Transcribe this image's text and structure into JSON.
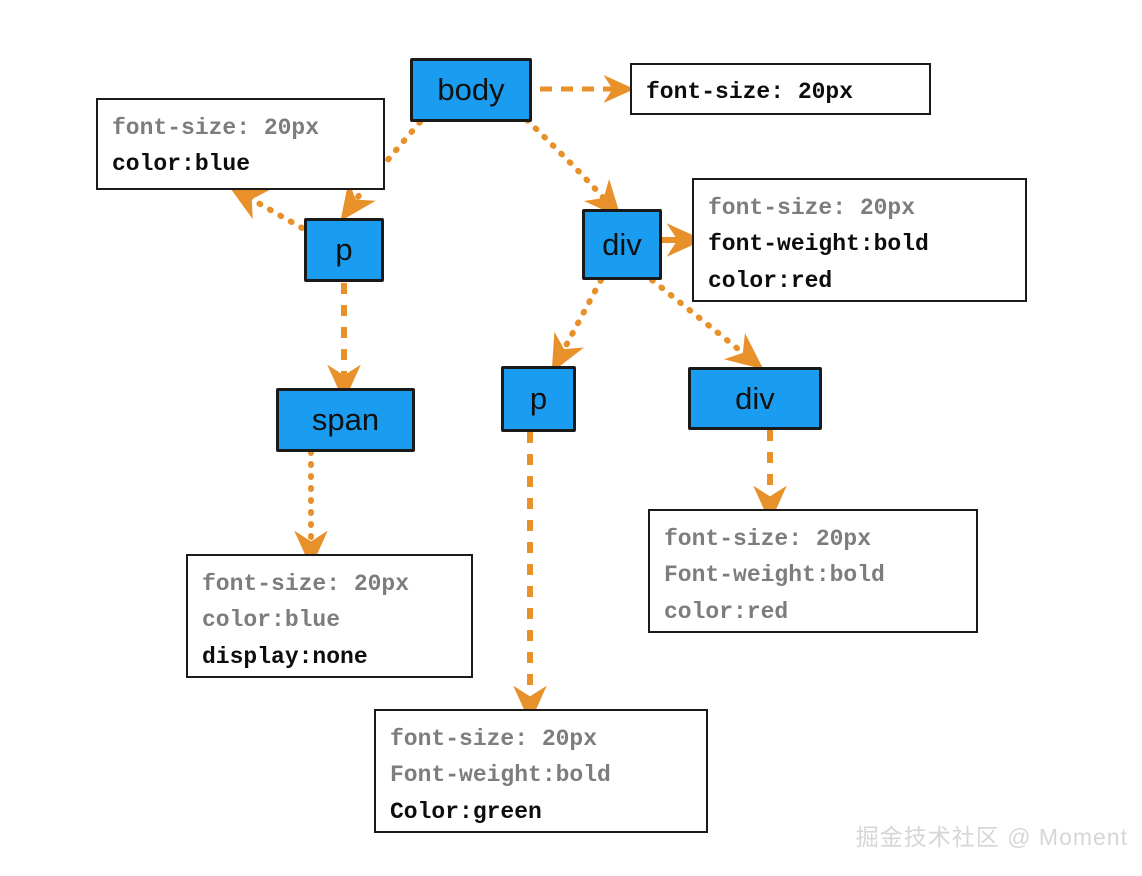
{
  "diagram": {
    "title": "CSS inheritance DOM tree",
    "colors": {
      "node_fill": "#1a9cf0",
      "node_border": "#1a1a1a",
      "arrow": "#E8912A",
      "rule_gray": "#7d7d7d",
      "rule_black": "#0d0d0d",
      "background": "#ffffff",
      "watermark": "#d6d6d6"
    },
    "nodes": [
      {
        "id": "body",
        "label": "body"
      },
      {
        "id": "p1",
        "label": "p"
      },
      {
        "id": "div1",
        "label": "div"
      },
      {
        "id": "span1",
        "label": "span"
      },
      {
        "id": "p2",
        "label": "p"
      },
      {
        "id": "div2",
        "label": "div"
      }
    ],
    "rule_boxes": [
      {
        "id": "rules-body",
        "for_node": "body",
        "declarations": [
          {
            "text": "font-size: 20px",
            "emphasis": "black"
          }
        ]
      },
      {
        "id": "rules-p1",
        "for_node": "p1",
        "declarations": [
          {
            "text": "font-size: 20px",
            "emphasis": "gray"
          },
          {
            "text": "color:blue",
            "emphasis": "black"
          }
        ]
      },
      {
        "id": "rules-div1",
        "for_node": "div1",
        "declarations": [
          {
            "text": "font-size: 20px",
            "emphasis": "gray"
          },
          {
            "text": "font-weight:bold",
            "emphasis": "black"
          },
          {
            "text": "color:red",
            "emphasis": "black"
          }
        ]
      },
      {
        "id": "rules-span1",
        "for_node": "span1",
        "declarations": [
          {
            "text": "font-size: 20px",
            "emphasis": "gray"
          },
          {
            "text": "color:blue",
            "emphasis": "gray"
          },
          {
            "text": "display:none",
            "emphasis": "black"
          }
        ]
      },
      {
        "id": "rules-div2",
        "for_node": "div2",
        "declarations": [
          {
            "text": "font-size: 20px",
            "emphasis": "gray"
          },
          {
            "text": "Font-weight:bold",
            "emphasis": "gray"
          },
          {
            "text": "color:red",
            "emphasis": "gray"
          }
        ]
      },
      {
        "id": "rules-p2",
        "for_node": "p2",
        "declarations": [
          {
            "text": "font-size: 20px",
            "emphasis": "gray"
          },
          {
            "text": "Font-weight:bold",
            "emphasis": "gray"
          },
          {
            "text": "Color:green",
            "emphasis": "black"
          }
        ]
      }
    ],
    "edges": [
      {
        "id": "body-to-rules",
        "from": "body",
        "to": "rules-body",
        "style": "dashed"
      },
      {
        "id": "body-to-p1",
        "from": "body",
        "to": "p1",
        "style": "dotted"
      },
      {
        "id": "body-to-div1",
        "from": "body",
        "to": "div1",
        "style": "dotted"
      },
      {
        "id": "p1-to-rules",
        "from": "p1",
        "to": "rules-p1",
        "style": "dotted"
      },
      {
        "id": "p1-to-span1",
        "from": "p1",
        "to": "span1",
        "style": "dashed"
      },
      {
        "id": "div1-to-rules",
        "from": "div1",
        "to": "rules-div1",
        "style": "solid"
      },
      {
        "id": "div1-to-p2",
        "from": "div1",
        "to": "p2",
        "style": "dotted"
      },
      {
        "id": "div1-to-div2",
        "from": "div1",
        "to": "div2",
        "style": "dotted"
      },
      {
        "id": "span1-to-rules",
        "from": "span1",
        "to": "rules-span1",
        "style": "dotted"
      },
      {
        "id": "div2-to-rules",
        "from": "div2",
        "to": "rules-div2",
        "style": "dashed"
      },
      {
        "id": "p2-to-rules",
        "from": "p2",
        "to": "rules-p2",
        "style": "dashed"
      }
    ]
  },
  "watermark": {
    "text": "掘金技术社区 @ Moment"
  }
}
